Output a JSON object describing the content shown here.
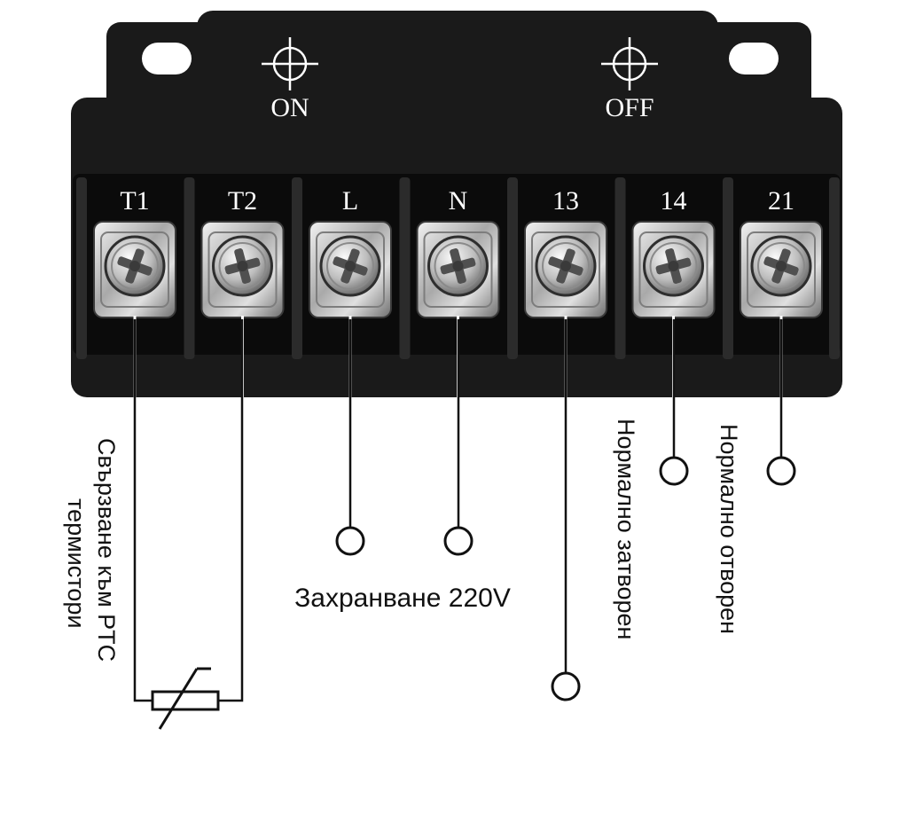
{
  "switch_labels": {
    "on": "ON",
    "off": "OFF"
  },
  "terminals": [
    {
      "id": "t1",
      "label": "T1"
    },
    {
      "id": "t2",
      "label": "T2"
    },
    {
      "id": "l",
      "label": "L"
    },
    {
      "id": "n",
      "label": "N"
    },
    {
      "id": "13",
      "label": "13"
    },
    {
      "id": "14",
      "label": "14"
    },
    {
      "id": "21",
      "label": "21"
    }
  ],
  "annotations": {
    "ptc_line1": "Свързване към PTC",
    "ptc_line2": "термистори",
    "power": "Захранване 220V",
    "normally_closed": "Нормално затворен",
    "normally_open": "Нормално отворен"
  },
  "colors": {
    "housing": "#1a1a1a",
    "housing_dark": "#0b0b0b",
    "label_text": "#ffffff",
    "wire": "#ffffff",
    "annotation_text": "#111111",
    "diagram_line": "#111111",
    "metal": "#c9c9c9"
  }
}
